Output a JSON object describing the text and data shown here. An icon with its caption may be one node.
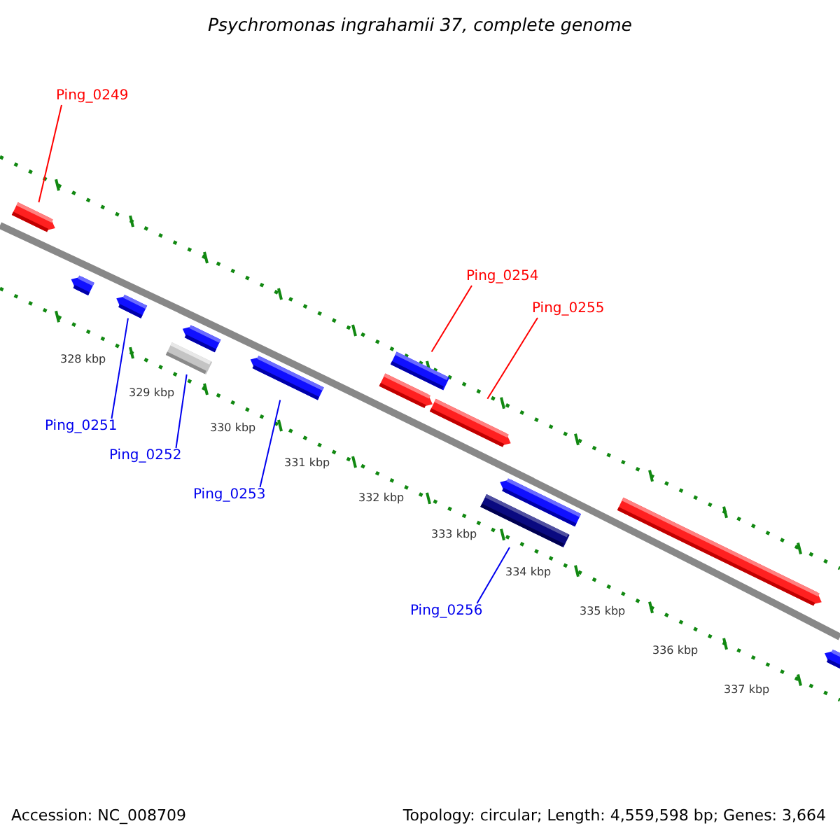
{
  "diagram": {
    "title": "Psychromonas ingrahamii 37, complete genome",
    "nodes": [
      {
        "text": [
          "Ping_0249"
        ]
      },
      {
        "text": [
          "Ping_0254"
        ]
      },
      {
        "text": [
          "Ping_0255"
        ]
      },
      {
        "text": [
          "Ping_0251"
        ]
      },
      {
        "text": [
          "Ping_0252"
        ]
      },
      {
        "text": [
          "Ping_0253"
        ]
      },
      {
        "text": [
          "Ping_0256"
        ]
      },
      {
        "text": [],
        "shape": "arrow"
      },
      {
        "text": [],
        "shape": "arrow"
      },
      {
        "text": [],
        "shape": "arrow"
      },
      {
        "text": [],
        "shape": "arrow"
      },
      {
        "text": [],
        "shape": "bar"
      },
      {
        "text": [],
        "shape": "arrow"
      },
      {
        "text": [],
        "shape": "bar"
      },
      {
        "text": [],
        "shape": "arrow"
      },
      {
        "text": [],
        "shape": "arrow"
      },
      {
        "text": [],
        "shape": "arrow"
      },
      {
        "text": [],
        "shape": "bar"
      },
      {
        "text": [],
        "shape": "arrow"
      },
      {
        "text": [],
        "shape": "arrow"
      }
    ],
    "edges": [
      {
        "from": 0,
        "to": 7,
        "arrow": "none",
        "color": "#ff0000"
      },
      {
        "from": 1,
        "to": 13,
        "arrow": "none",
        "color": "#ff0000"
      },
      {
        "from": 2,
        "to": 15,
        "arrow": "none",
        "color": "#ff0000"
      },
      {
        "from": 3,
        "to": 9,
        "arrow": "none"
      },
      {
        "from": 4,
        "to": 11,
        "arrow": "none"
      },
      {
        "from": 5,
        "to": 12,
        "arrow": "none"
      },
      {
        "from": 6,
        "to": 17,
        "arrow": "none"
      }
    ],
    "labels": [
      "328 kbp",
      "329 kbp",
      "330 kbp",
      "331 kbp",
      "332 kbp",
      "333 kbp",
      "334 kbp",
      "335 kbp",
      "336 kbp",
      "337 kbp",
      "Accession: NC_008709",
      "Topology: circular; Length: 4,559,598 bp; Genes: 3,664"
    ]
  }
}
